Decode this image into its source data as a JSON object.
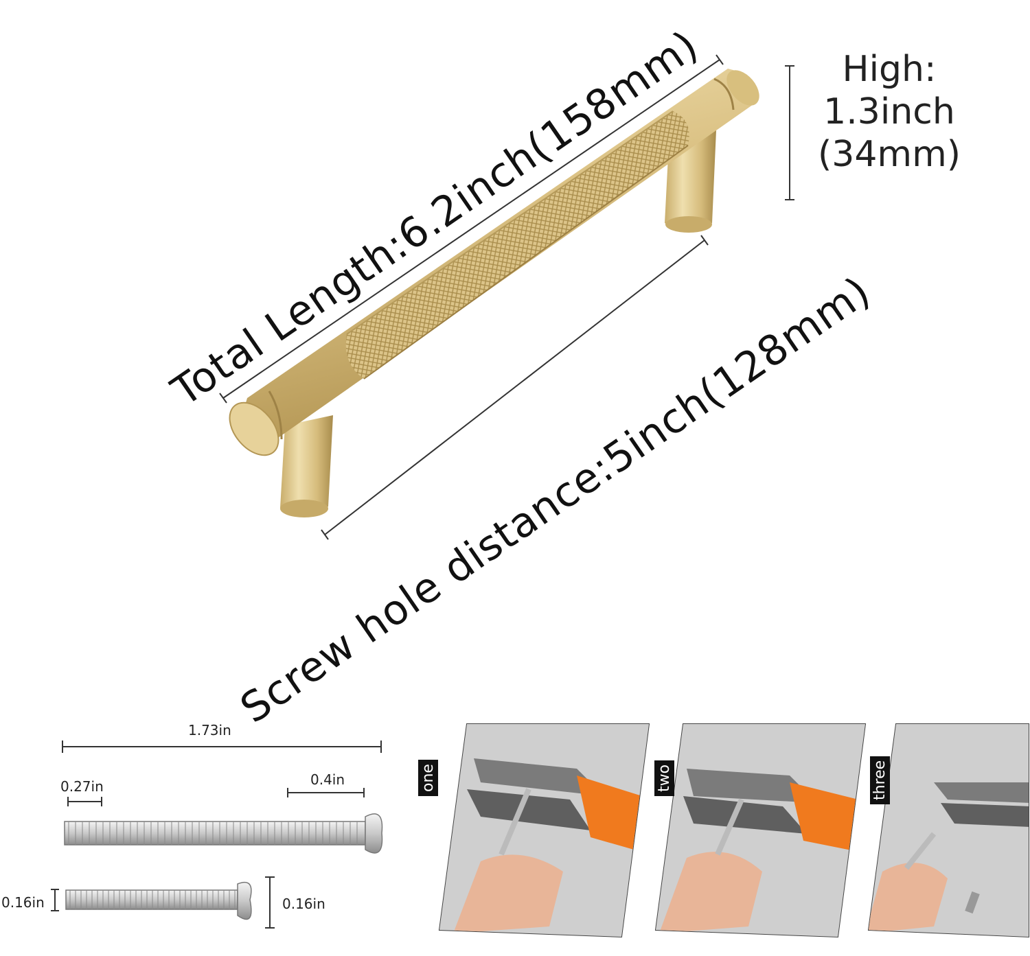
{
  "dimensions": {
    "total_length": "Total Length:6.2inch(158mm)",
    "screw_hole_distance": "Screw hole distance:5inch(128mm)",
    "high_line1": "High:",
    "high_line2": "1.3inch",
    "high_line3": "(34mm)"
  },
  "screws": {
    "length": "1.73in",
    "left_segment": "0.27in",
    "right_segment": "0.4in",
    "diameter_left": "0.16in",
    "diameter_right": "0.16in"
  },
  "steps": [
    {
      "label": "one"
    },
    {
      "label": "two"
    },
    {
      "label": "three"
    }
  ],
  "colors": {
    "brass": "#d8bf7e",
    "brass_dark": "#a98d4c",
    "brass_light": "#efdfae",
    "tool_orange": "#f07a1e",
    "background": "#ffffff"
  }
}
